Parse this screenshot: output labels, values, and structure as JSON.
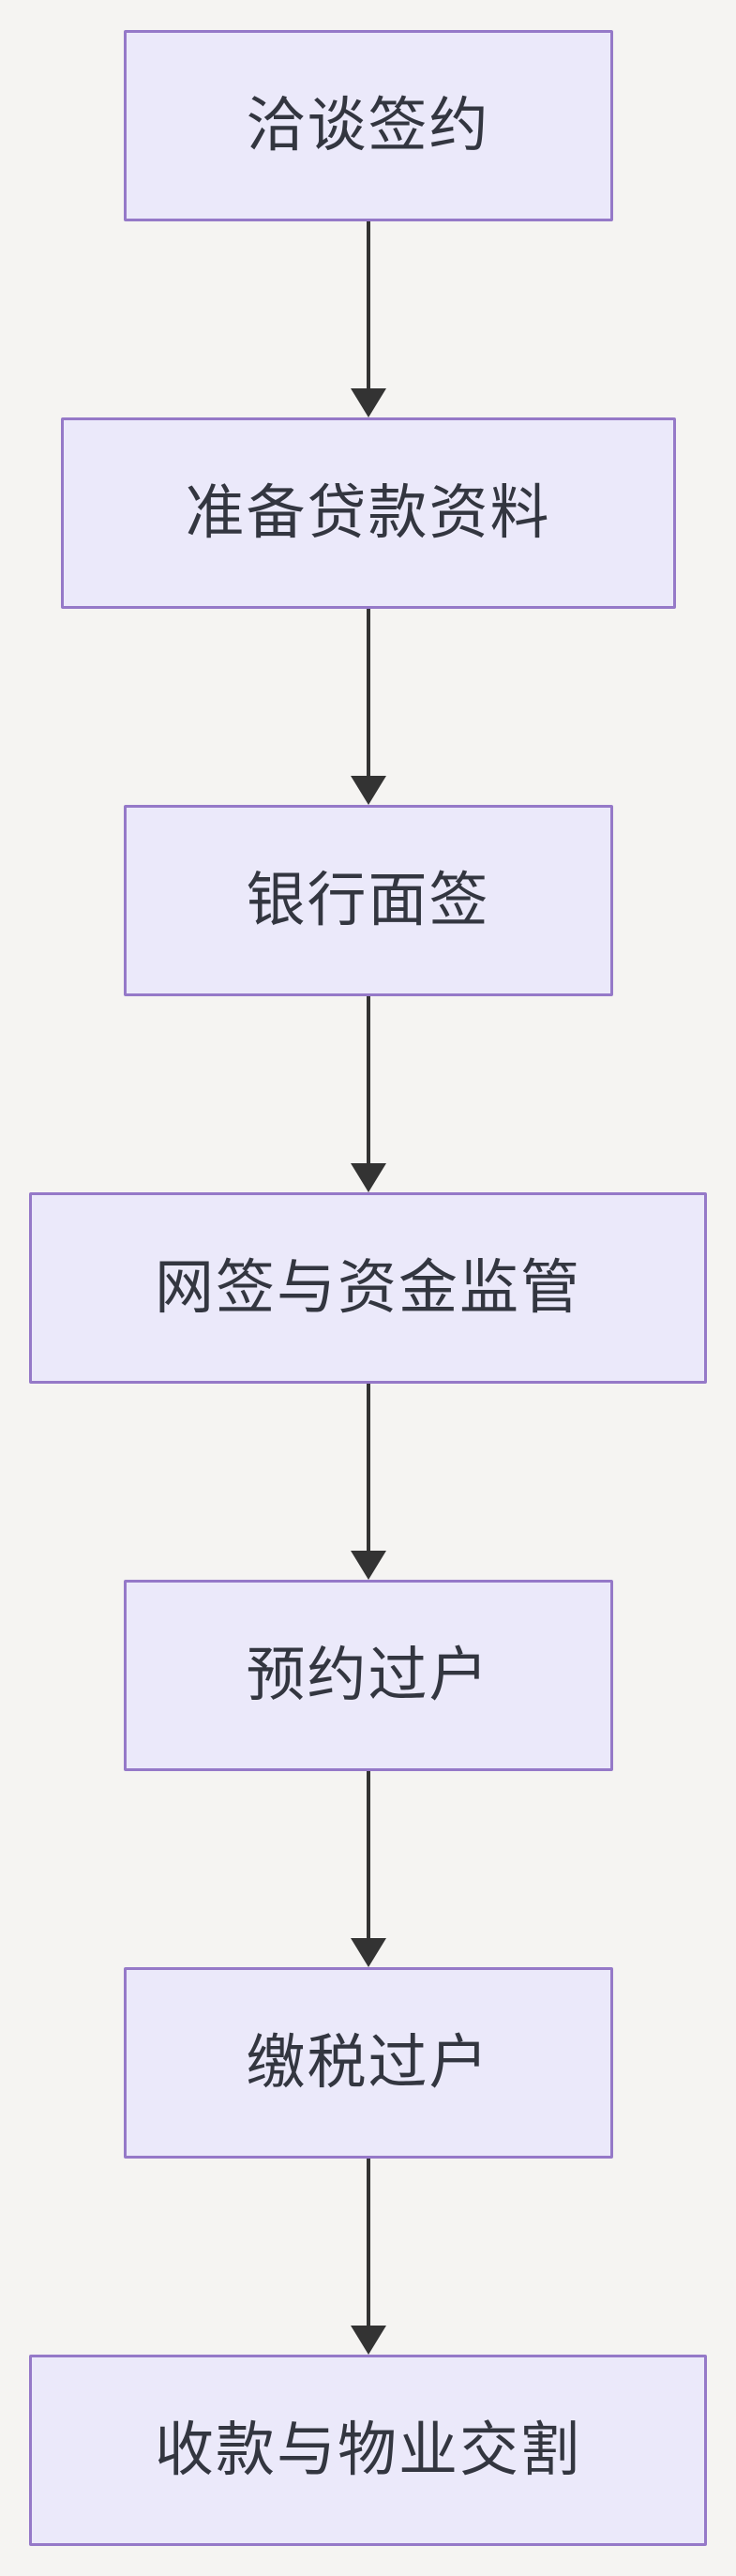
{
  "diagram": {
    "type": "flowchart",
    "direction": "top-to-bottom",
    "nodes": [
      {
        "label": "洽谈签约"
      },
      {
        "label": "准备贷款资料"
      },
      {
        "label": "银行面签"
      },
      {
        "label": "网签与资金监管"
      },
      {
        "label": "预约过户"
      },
      {
        "label": "缴税过户"
      },
      {
        "label": "收款与物业交割"
      }
    ],
    "edges": [
      {
        "from": "洽谈签约",
        "to": "准备贷款资料"
      },
      {
        "from": "准备贷款资料",
        "to": "银行面签"
      },
      {
        "from": "银行面签",
        "to": "网签与资金监管"
      },
      {
        "from": "网签与资金监管",
        "to": "预约过户"
      },
      {
        "from": "预约过户",
        "to": "缴税过户"
      },
      {
        "from": "缴税过户",
        "to": "收款与物业交割"
      }
    ],
    "colors": {
      "background": "#f5f4f2",
      "node_fill": "#ebe9fa",
      "node_border": "#9579c8",
      "text": "#333640",
      "arrow": "#333333"
    }
  }
}
